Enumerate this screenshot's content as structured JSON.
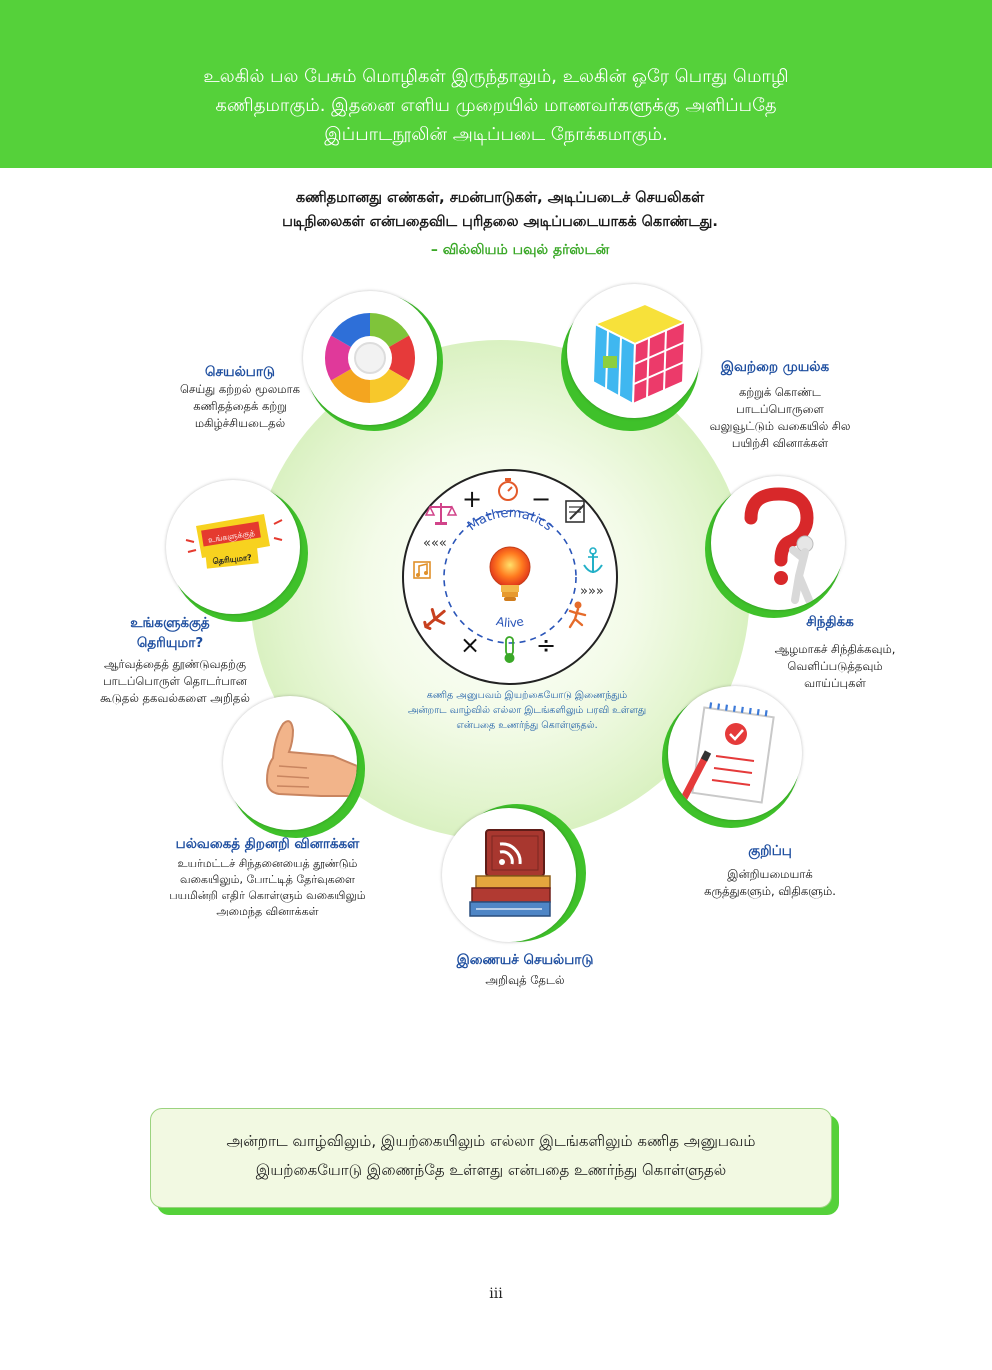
{
  "header": {
    "banner_lines": [
      "உலகில் பல பேசும் மொழிகள் இருந்தாலும், உலகின் ஒரே பொது மொழி",
      "கணிதமாகும்.  இதனை எளிய முறையில் மாணவர்களுக்கு அளிப்பதே",
      "இப்பாடநூலின் அடிப்படை நோக்கமாகும்."
    ]
  },
  "quote": {
    "lines": [
      "கணிதமானது எண்கள், சமன்பாடுகள், அடிப்படைச் செயலிகள்",
      "படிநிலைகள் என்பதைவிட புரிதலை அடிப்படையாகக் கொண்டது."
    ],
    "author": "– வில்லியம் பவுல் தர்ஸ்டன்"
  },
  "hub": {
    "arc_top": "Mathematics",
    "arc_bottom": "Alive",
    "symbols": {
      "plus": "+",
      "minus": "−",
      "times": "×",
      "divide": "÷",
      "left_arrows": "«««",
      "right_arrows": "»»»"
    },
    "caption_lines": [
      "கணித அனுபவம் இயற்கையோடு இணைந்தும்",
      "அன்றாட வாழ்வில் எல்லா இடங்களிலும் பரவி உள்ளது",
      "என்பதை உணர்ந்து கொள்ளுதல்."
    ]
  },
  "features": {
    "activity": {
      "title": "செயல்பாடு",
      "desc": [
        "செய்து கற்றல் மூலமாக",
        "கணிதத்தைக் கற்று",
        "மகிழ்ச்சியடைதல்"
      ]
    },
    "try_these": {
      "title": "இவற்றை முயல்க",
      "desc": [
        "கற்றுக் கொண்ட",
        "பாடப்பொருளை",
        "வலுவூட்டும் வகையில் சில",
        "பயிற்சி வினாக்கள்"
      ]
    },
    "do_you_know": {
      "title_lines": [
        "உங்களுக்குத்",
        "தெரியுமா?"
      ],
      "badge_top": "உங்களுக்குத்",
      "badge_bottom": "தெரியுமா?",
      "desc": [
        "ஆர்வத்தைத் தூண்டுவதற்கு",
        "பாடப்பொருள் தொடர்பான",
        "கூடுதல் தகவல்களை அறிதல்"
      ]
    },
    "think": {
      "title": "சிந்திக்க",
      "desc": [
        "ஆழமாகச் சிந்திக்கவும்,",
        "வெளிப்படுத்தவும்",
        "வாய்ப்புகள்"
      ]
    },
    "mcq": {
      "title": "பல்வகைத் திறனறி வினாக்கள்",
      "desc": [
        "உயர்மட்டச் சிந்தனையைத் தூண்டும்",
        "வகையிலும், போட்டித் தேர்வுகளை",
        "பயமின்றி எதிர் கொள்ளும் வகையிலும்",
        "அமைந்த வினாக்கள்"
      ]
    },
    "note": {
      "title": "குறிப்பு",
      "desc": [
        "இன்றியமையாக்",
        "கருத்துகளும், விதிகளும்."
      ]
    },
    "ict": {
      "title": "இணையச் செயல்பாடு",
      "desc": [
        "அறிவுத் தேடல்"
      ]
    }
  },
  "footer_box": {
    "lines": [
      "அன்றாட வாழ்விலும், இயற்கையிலும் எல்லா இடங்களிலும் கணித அனுபவம்",
      "இயற்கையோடு இணைந்தே உள்ளது என்பதை உணர்ந்து கொள்ளுதல்"
    ]
  },
  "page_number": "iii",
  "colors": {
    "banner_green": "#55d13a",
    "ring_green": "#3fc12a",
    "title_blue": "#1f4fa0",
    "author_green": "#3aa827"
  }
}
